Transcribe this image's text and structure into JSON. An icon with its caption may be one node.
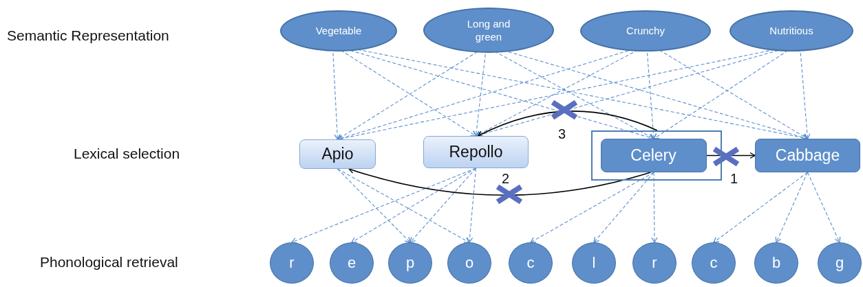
{
  "diagram": {
    "nodes": [
      {
        "text": [
          "Vegetable"
        ]
      },
      {
        "text": [
          "Long and green"
        ]
      },
      {
        "text": [
          "Crunchy"
        ]
      },
      {
        "text": [
          "Nutritious"
        ]
      },
      {
        "text": [
          "Apio"
        ]
      },
      {
        "text": [
          "Repollo"
        ]
      },
      {
        "text": [],
        "shape": "box"
      },
      {
        "text": [
          "Celery"
        ],
        "in": 6
      },
      {
        "text": [
          "Cabbage"
        ]
      },
      {
        "text": [
          "r"
        ]
      },
      {
        "text": [
          "e"
        ]
      },
      {
        "text": [
          "p"
        ]
      },
      {
        "text": [
          "o"
        ]
      },
      {
        "text": [
          "c"
        ]
      },
      {
        "text": [
          "l"
        ]
      },
      {
        "text": [
          "r"
        ]
      },
      {
        "text": [
          "c"
        ]
      },
      {
        "text": [
          "b"
        ]
      },
      {
        "text": [
          "g"
        ]
      }
    ],
    "edges": [
      {
        "from": 0,
        "to": 4,
        "arrow": "to",
        "style": "dashed"
      },
      {
        "from": 0,
        "to": 5,
        "arrow": "to",
        "style": "dashed"
      },
      {
        "from": 0,
        "to": 7,
        "arrow": "to",
        "style": "dashed"
      },
      {
        "from": 0,
        "to": 8,
        "arrow": "to",
        "style": "dashed"
      },
      {
        "from": 1,
        "to": 4,
        "arrow": "to",
        "style": "dashed"
      },
      {
        "from": 1,
        "to": 5,
        "arrow": "to",
        "style": "dashed"
      },
      {
        "from": 1,
        "to": 7,
        "arrow": "to",
        "style": "dashed"
      },
      {
        "from": 1,
        "to": 8,
        "arrow": "to",
        "style": "dashed"
      },
      {
        "from": 2,
        "to": 4,
        "arrow": "to",
        "style": "dashed"
      },
      {
        "from": 2,
        "to": 5,
        "arrow": "to",
        "style": "dashed"
      },
      {
        "from": 2,
        "to": 7,
        "arrow": "to",
        "style": "dashed"
      },
      {
        "from": 2,
        "to": 8,
        "arrow": "to",
        "style": "dashed"
      },
      {
        "from": 3,
        "to": 4,
        "arrow": "to",
        "style": "dashed"
      },
      {
        "from": 3,
        "to": 5,
        "arrow": "to",
        "style": "dashed"
      },
      {
        "from": 3,
        "to": 7,
        "arrow": "to",
        "style": "dashed"
      },
      {
        "from": 3,
        "to": 8,
        "arrow": "to",
        "style": "dashed"
      },
      {
        "from": 7,
        "to": 8,
        "arrow": "to",
        "label": "1",
        "color": "#000000"
      },
      {
        "from": 7,
        "to": 4,
        "arrow": "to",
        "label": "2",
        "color": "#000000"
      },
      {
        "from": 7,
        "to": 5,
        "arrow": "to",
        "label": "3",
        "color": "#000000"
      },
      {
        "from": 4,
        "to": 11,
        "arrow": "to",
        "style": "dashed"
      },
      {
        "from": 4,
        "to": 12,
        "arrow": "to",
        "style": "dashed"
      },
      {
        "from": 5,
        "to": 9,
        "arrow": "to",
        "style": "dashed"
      },
      {
        "from": 5,
        "to": 10,
        "arrow": "to",
        "style": "dashed"
      },
      {
        "from": 5,
        "to": 11,
        "arrow": "to",
        "style": "dashed"
      },
      {
        "from": 5,
        "to": 12,
        "arrow": "to",
        "style": "dashed"
      },
      {
        "from": 7,
        "to": 13,
        "arrow": "to",
        "style": "dashed"
      },
      {
        "from": 7,
        "to": 14,
        "arrow": "to",
        "style": "dashed"
      },
      {
        "from": 7,
        "to": 15,
        "arrow": "to",
        "style": "dashed"
      },
      {
        "from": 8,
        "to": 16,
        "arrow": "to",
        "style": "dashed"
      },
      {
        "from": 8,
        "to": 17,
        "arrow": "to",
        "style": "dashed"
      },
      {
        "from": 8,
        "to": 18,
        "arrow": "to",
        "style": "dashed"
      }
    ],
    "labels": [
      "Semantic Representation",
      "Lexical selection",
      "Phonological retrieval"
    ]
  }
}
